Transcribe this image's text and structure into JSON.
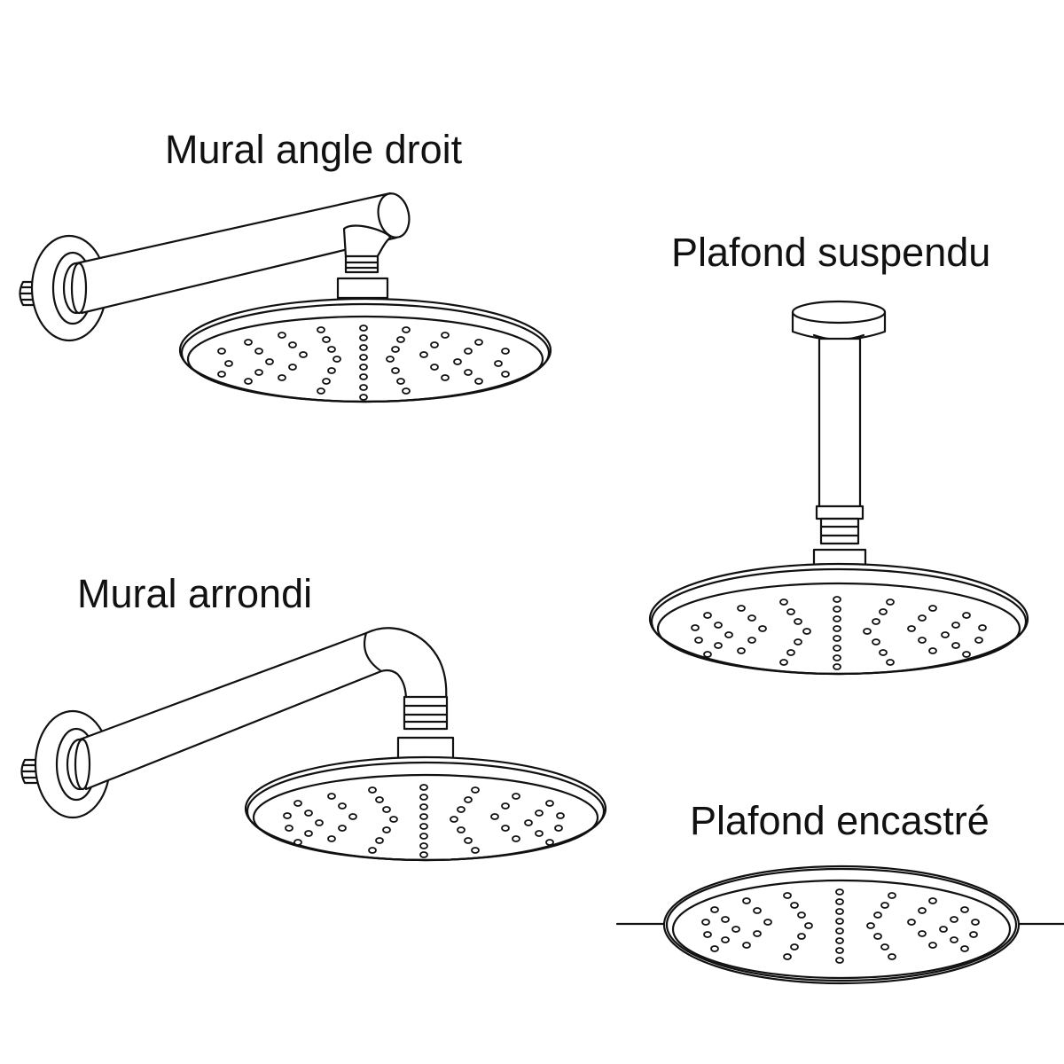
{
  "labels": {
    "wall_straight": "Mural angle droit",
    "ceiling_hanging": "Plafond suspendu",
    "wall_rounded": "Mural arrondi",
    "ceiling_recessed": "Plafond encastré"
  },
  "colors": {
    "stroke": "#111111",
    "background": "#ffffff"
  }
}
